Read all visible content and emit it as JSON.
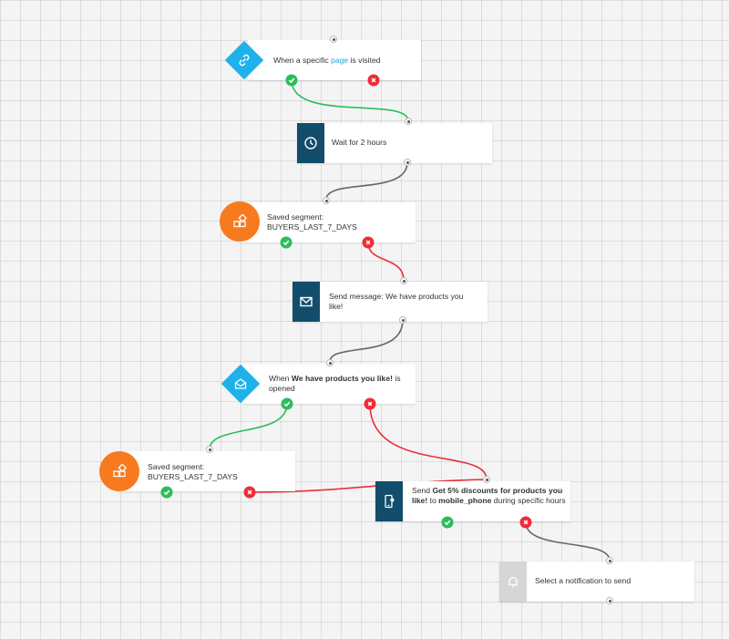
{
  "nodes": {
    "n1": {
      "pre": "When a specific ",
      "link": "page",
      "post": " is visited",
      "icon": "link-icon"
    },
    "n2": {
      "text": "Wait for 2 hours",
      "icon": "clock-icon"
    },
    "n3": {
      "line1": "Saved segment:",
      "line2": "BUYERS_LAST_7_DAYS",
      "icon": "segment-icon"
    },
    "n4": {
      "text": "Send message: We have products you like!",
      "icon": "envelope-icon"
    },
    "n5": {
      "pre": "When ",
      "bold": "We have products you like!",
      "post": " is opened",
      "icon": "open-envelope-icon"
    },
    "n6": {
      "line1": "Saved segment:",
      "line2": "BUYERS_LAST_7_DAYS",
      "icon": "segment-icon"
    },
    "n7": {
      "pre": "Send ",
      "bold1": "Get 5% discounts for products you like!",
      "mid": " to ",
      "bold2": "mobile_phone",
      "post": " during specific hours",
      "icon": "mobile-icon"
    },
    "n8": {
      "text": "Select a notification to send",
      "icon": "bell-icon"
    }
  },
  "colors": {
    "yes": "#2bbd5a",
    "no": "#ee2d37",
    "neutral": "#666666",
    "dark_icon": "#124d6b",
    "blue_icon": "#1fb1ea",
    "orange_icon": "#f77a1e",
    "link": "#27a6d9"
  }
}
